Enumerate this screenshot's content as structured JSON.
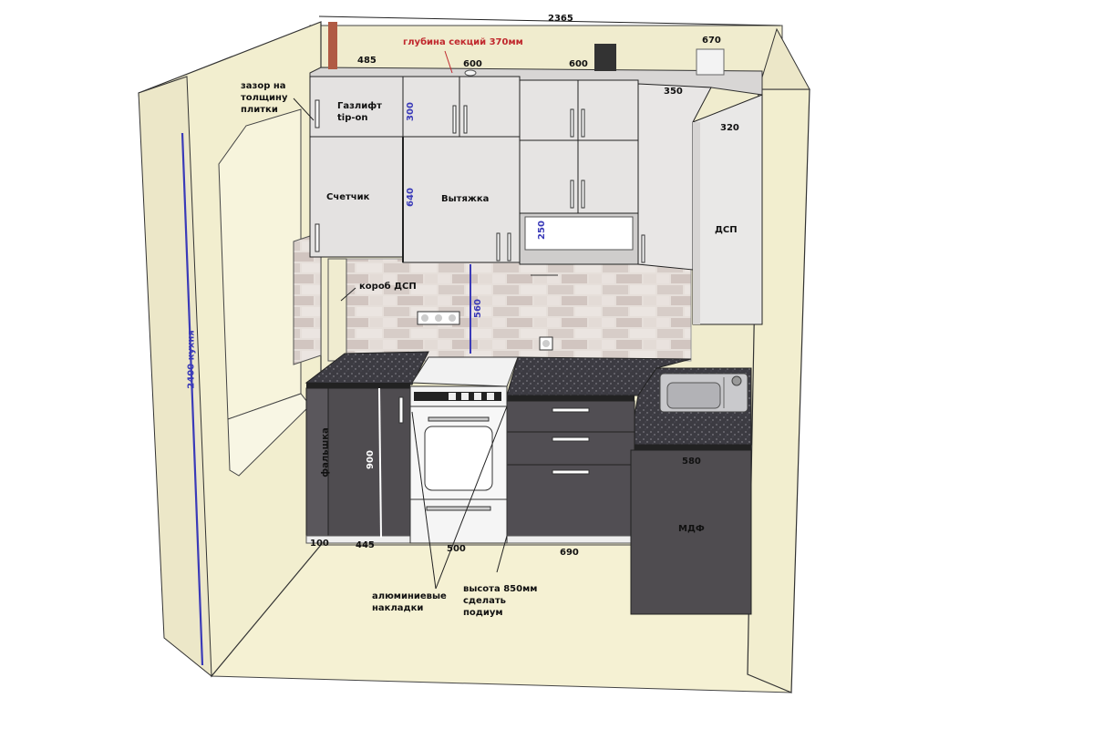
{
  "overall_width": "2365",
  "depth_note": "глубина секций 370мм",
  "dims_top": {
    "d485": "485",
    "d600a": "600",
    "d600b": "600",
    "d670": "670",
    "d350": "350",
    "d320": "320"
  },
  "dims_blue": {
    "d300": "300",
    "d640": "640",
    "d250": "250",
    "d560": "560",
    "kitchen_height": "2400 кухня"
  },
  "dims_bottom": {
    "d100": "100",
    "d445": "445",
    "d500": "500",
    "d690": "690",
    "d580": "580",
    "d900": "900"
  },
  "notes": {
    "tile_gap": "зазор на толщину плитки",
    "gaslift": "Газлифт tip-on",
    "meter": "Счетчик",
    "hood": "Вытяжка",
    "dsp": "ДСП",
    "box": "короб ДСП",
    "filler": "фальшка",
    "mdf": "МДФ",
    "aluminium": "алюминиевые накладки",
    "podium": "высота 850мм сделать подиум"
  },
  "colors": {
    "wall": "#f3efcf",
    "cabinet": "#e4e2e1",
    "lower_cabinet": "#4f4c50",
    "countertop": "#3c3b42",
    "tile": "#ddd4cf",
    "dimension_blue": "#3a3ab8",
    "note_red": "#c0282d"
  }
}
